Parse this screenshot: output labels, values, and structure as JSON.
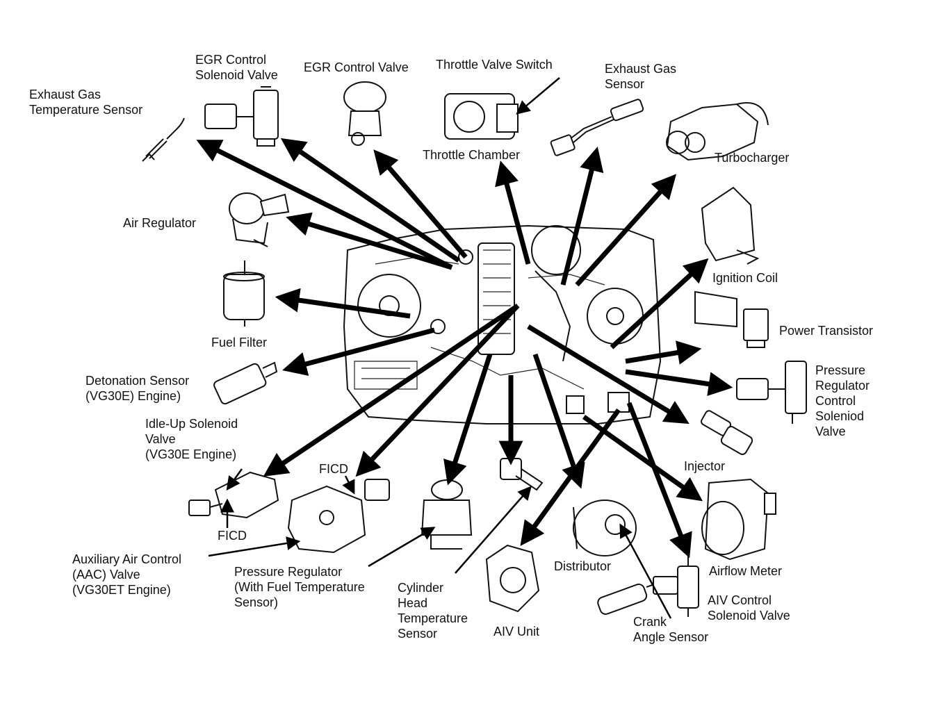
{
  "labels": {
    "egr_control_solenoid_valve": [
      "EGR Control",
      "Solenoid Valve"
    ],
    "egr_control_valve": [
      "EGR Control Valve"
    ],
    "throttle_valve_switch": [
      "Throttle Valve Switch"
    ],
    "exhaust_gas_sensor": [
      "Exhaust Gas",
      "Sensor"
    ],
    "exhaust_gas_temperature_sensor": [
      "Exhaust Gas",
      "Temperature Sensor"
    ],
    "throttle_chamber": [
      "Throttle Chamber"
    ],
    "turbocharger": [
      "Turbocharger"
    ],
    "air_regulator": [
      "Air Regulator"
    ],
    "ignition_coil": [
      "Ignition Coil"
    ],
    "power_transistor": [
      "Power Transistor"
    ],
    "fuel_filter": [
      "Fuel Filter"
    ],
    "pressure_regulator_control_solenoid_valve": [
      "Pressure",
      "Regulator",
      "Control",
      "Soleniod",
      "Valve"
    ],
    "detonation_sensor": [
      "Detonation Sensor",
      "(VG30E) Engine)"
    ],
    "idle_up_solenoid_valve": [
      "Idle-Up Solenoid",
      "Valve",
      "(VG30E Engine)"
    ],
    "injector": [
      "Injector"
    ],
    "ficd_upper": [
      "FICD"
    ],
    "ficd_lower": [
      "FICD"
    ],
    "airflow_meter": [
      "Airflow Meter"
    ],
    "distributor": [
      "Distributor"
    ],
    "auxiliary_air_control_valve": [
      "Auxiliary Air Control",
      "(AAC) Valve",
      "(VG30ET Engine)"
    ],
    "pressure_regulator": [
      "Pressure Regulator",
      "(With Fuel Temperature",
      "Sensor)"
    ],
    "cylinder_head_temperature_sensor": [
      "Cylinder",
      "Head",
      "Temperature",
      "Sensor"
    ],
    "aiv_unit": [
      "AIV Unit"
    ],
    "crank_angle_sensor": [
      "Crank",
      "Angle Sensor"
    ],
    "aiv_control_solenoid_valve": [
      "AIV Control",
      "Solenoid Valve"
    ]
  }
}
